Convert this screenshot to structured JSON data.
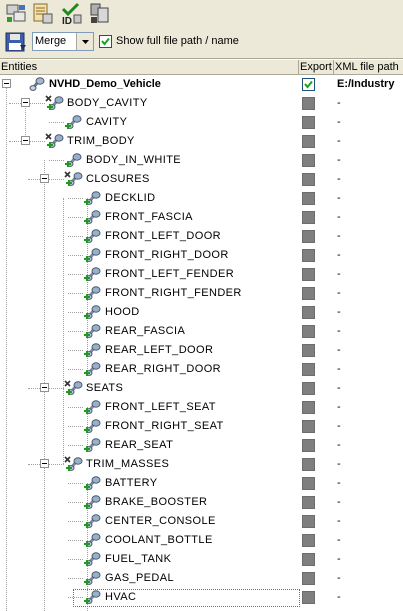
{
  "toolbar": {
    "merge_value": "Merge",
    "show_full_path_label": "Show full file path / name",
    "show_full_path_checked": true,
    "buttons": [
      "export-entities-icon",
      "export-list-icon",
      "id-check-icon",
      "export-file-icon"
    ]
  },
  "columns": {
    "entities": "Entities",
    "export": "Export",
    "xml_file_path": "XML file path"
  },
  "tree": [
    {
      "label": "NVHD_Demo_Vehicle",
      "depth": 0,
      "type": "vehicle",
      "expanded": true,
      "bold": true,
      "export": "checked",
      "path": "E:/Industry"
    },
    {
      "label": "BODY_CAVITY",
      "depth": 1,
      "type": "group",
      "expanded": true,
      "export": "disabled",
      "path": "-"
    },
    {
      "label": "CAVITY",
      "depth": 2,
      "type": "part",
      "export": "disabled",
      "path": "-"
    },
    {
      "label": "TRIM_BODY",
      "depth": 1,
      "type": "group",
      "expanded": true,
      "export": "disabled",
      "path": "-"
    },
    {
      "label": "BODY_IN_WHITE",
      "depth": 2,
      "type": "part",
      "export": "disabled",
      "path": "-"
    },
    {
      "label": "CLOSURES",
      "depth": 2,
      "type": "group",
      "expanded": true,
      "export": "disabled",
      "path": "-"
    },
    {
      "label": "DECKLID",
      "depth": 3,
      "type": "part",
      "export": "disabled",
      "path": "-"
    },
    {
      "label": "FRONT_FASCIA",
      "depth": 3,
      "type": "part",
      "export": "disabled",
      "path": "-"
    },
    {
      "label": "FRONT_LEFT_DOOR",
      "depth": 3,
      "type": "part",
      "export": "disabled",
      "path": "-"
    },
    {
      "label": "FRONT_RIGHT_DOOR",
      "depth": 3,
      "type": "part",
      "export": "disabled",
      "path": "-"
    },
    {
      "label": "FRONT_LEFT_FENDER",
      "depth": 3,
      "type": "part",
      "export": "disabled",
      "path": "-"
    },
    {
      "label": "FRONT_RIGHT_FENDER",
      "depth": 3,
      "type": "part",
      "export": "disabled",
      "path": "-"
    },
    {
      "label": "HOOD",
      "depth": 3,
      "type": "part",
      "export": "disabled",
      "path": "-"
    },
    {
      "label": "REAR_FASCIA",
      "depth": 3,
      "type": "part",
      "export": "disabled",
      "path": "-"
    },
    {
      "label": "REAR_LEFT_DOOR",
      "depth": 3,
      "type": "part",
      "export": "disabled",
      "path": "-"
    },
    {
      "label": "REAR_RIGHT_DOOR",
      "depth": 3,
      "type": "part",
      "export": "disabled",
      "path": "-"
    },
    {
      "label": "SEATS",
      "depth": 2,
      "type": "group",
      "expanded": true,
      "export": "disabled",
      "path": "-"
    },
    {
      "label": "FRONT_LEFT_SEAT",
      "depth": 3,
      "type": "part",
      "export": "disabled",
      "path": "-"
    },
    {
      "label": "FRONT_RIGHT_SEAT",
      "depth": 3,
      "type": "part",
      "export": "disabled",
      "path": "-"
    },
    {
      "label": "REAR_SEAT",
      "depth": 3,
      "type": "part",
      "export": "disabled",
      "path": "-"
    },
    {
      "label": "TRIM_MASSES",
      "depth": 2,
      "type": "group",
      "expanded": true,
      "export": "disabled",
      "path": "-"
    },
    {
      "label": "BATTERY",
      "depth": 3,
      "type": "part",
      "export": "disabled",
      "path": "-"
    },
    {
      "label": "BRAKE_BOOSTER",
      "depth": 3,
      "type": "part",
      "export": "disabled",
      "path": "-"
    },
    {
      "label": "CENTER_CONSOLE",
      "depth": 3,
      "type": "part",
      "export": "disabled",
      "path": "-"
    },
    {
      "label": "COOLANT_BOTTLE",
      "depth": 3,
      "type": "part",
      "export": "disabled",
      "path": "-"
    },
    {
      "label": "FUEL_TANK",
      "depth": 3,
      "type": "part",
      "export": "disabled",
      "path": "-"
    },
    {
      "label": "GAS_PEDAL",
      "depth": 3,
      "type": "part",
      "export": "disabled",
      "path": "-"
    },
    {
      "label": "HVAC",
      "depth": 3,
      "type": "part",
      "export": "disabled",
      "path": "-",
      "focused": true
    }
  ]
}
